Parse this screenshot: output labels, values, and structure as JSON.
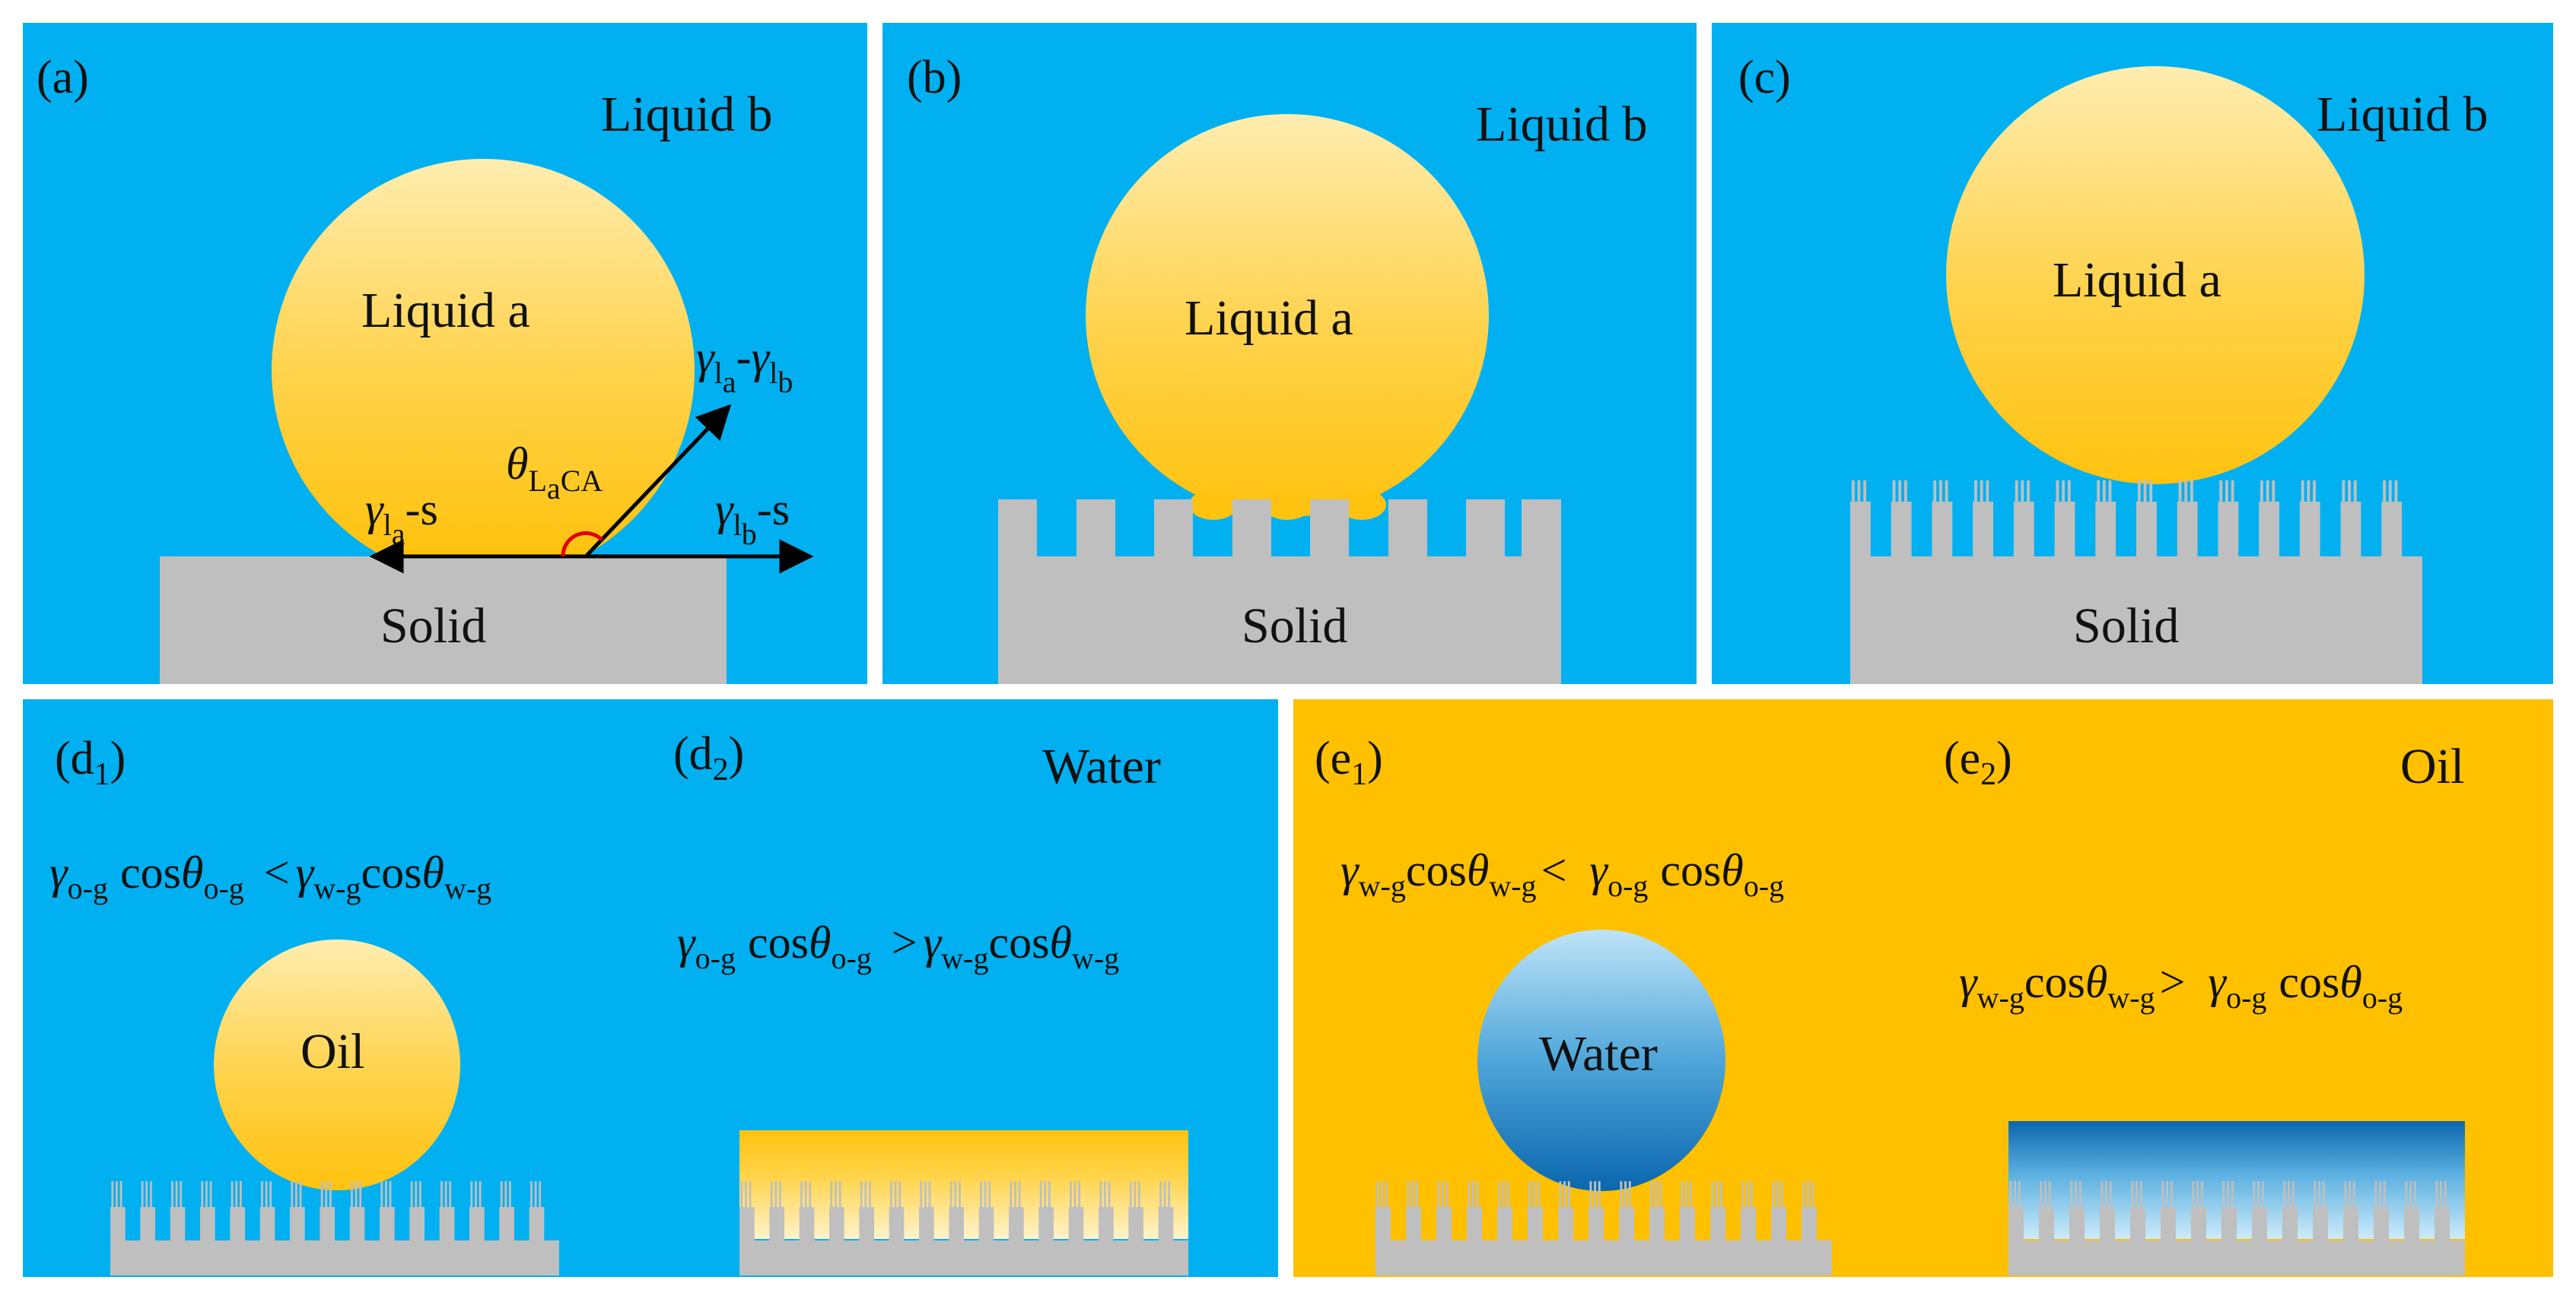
{
  "colors": {
    "water_blue": "#00B0F0",
    "oil_orange": "#FFC000",
    "solid_gray": "#BFBFBF",
    "drop_top": "#FFEDB0",
    "drop_bottom": "#FFC20E",
    "water_drop_top": "#B9E1F6",
    "water_drop_bottom": "#0E6FB3",
    "angle_mark": "#E00000"
  },
  "panel_a": {
    "label": "(a)",
    "medium": "Liquid b",
    "drop": "Liquid a",
    "solid": "Solid",
    "gamma": "γ",
    "l": "l",
    "a": "a",
    "b": "b",
    "dash": "-",
    "s": "s",
    "theta": "θ",
    "ca_sub": "CA",
    "L": "L"
  },
  "panel_b": {
    "label": "(b)",
    "medium": "Liquid b",
    "drop": "Liquid a",
    "solid": "Solid"
  },
  "panel_c": {
    "label": "(c)",
    "medium": "Liquid b",
    "drop": "Liquid a",
    "solid": "Solid"
  },
  "panel_d": {
    "label_d": "(d",
    "n1": "1",
    "n2": "2",
    "close": ")",
    "medium": "Water",
    "drop": "Oil",
    "gamma": "γ",
    "og": "o-g",
    "wg": "w-g",
    "cos": "cos",
    "theta": "θ",
    "lt": "<",
    "gt": ">"
  },
  "panel_e": {
    "label_e": "(e",
    "n1": "1",
    "n2": "2",
    "close": ")",
    "medium": "Oil",
    "drop": "Water",
    "gamma": "γ",
    "og": "o-g",
    "wg": "w-g",
    "cos": "cos",
    "theta": "θ",
    "lt": "<",
    "gt": ">"
  }
}
